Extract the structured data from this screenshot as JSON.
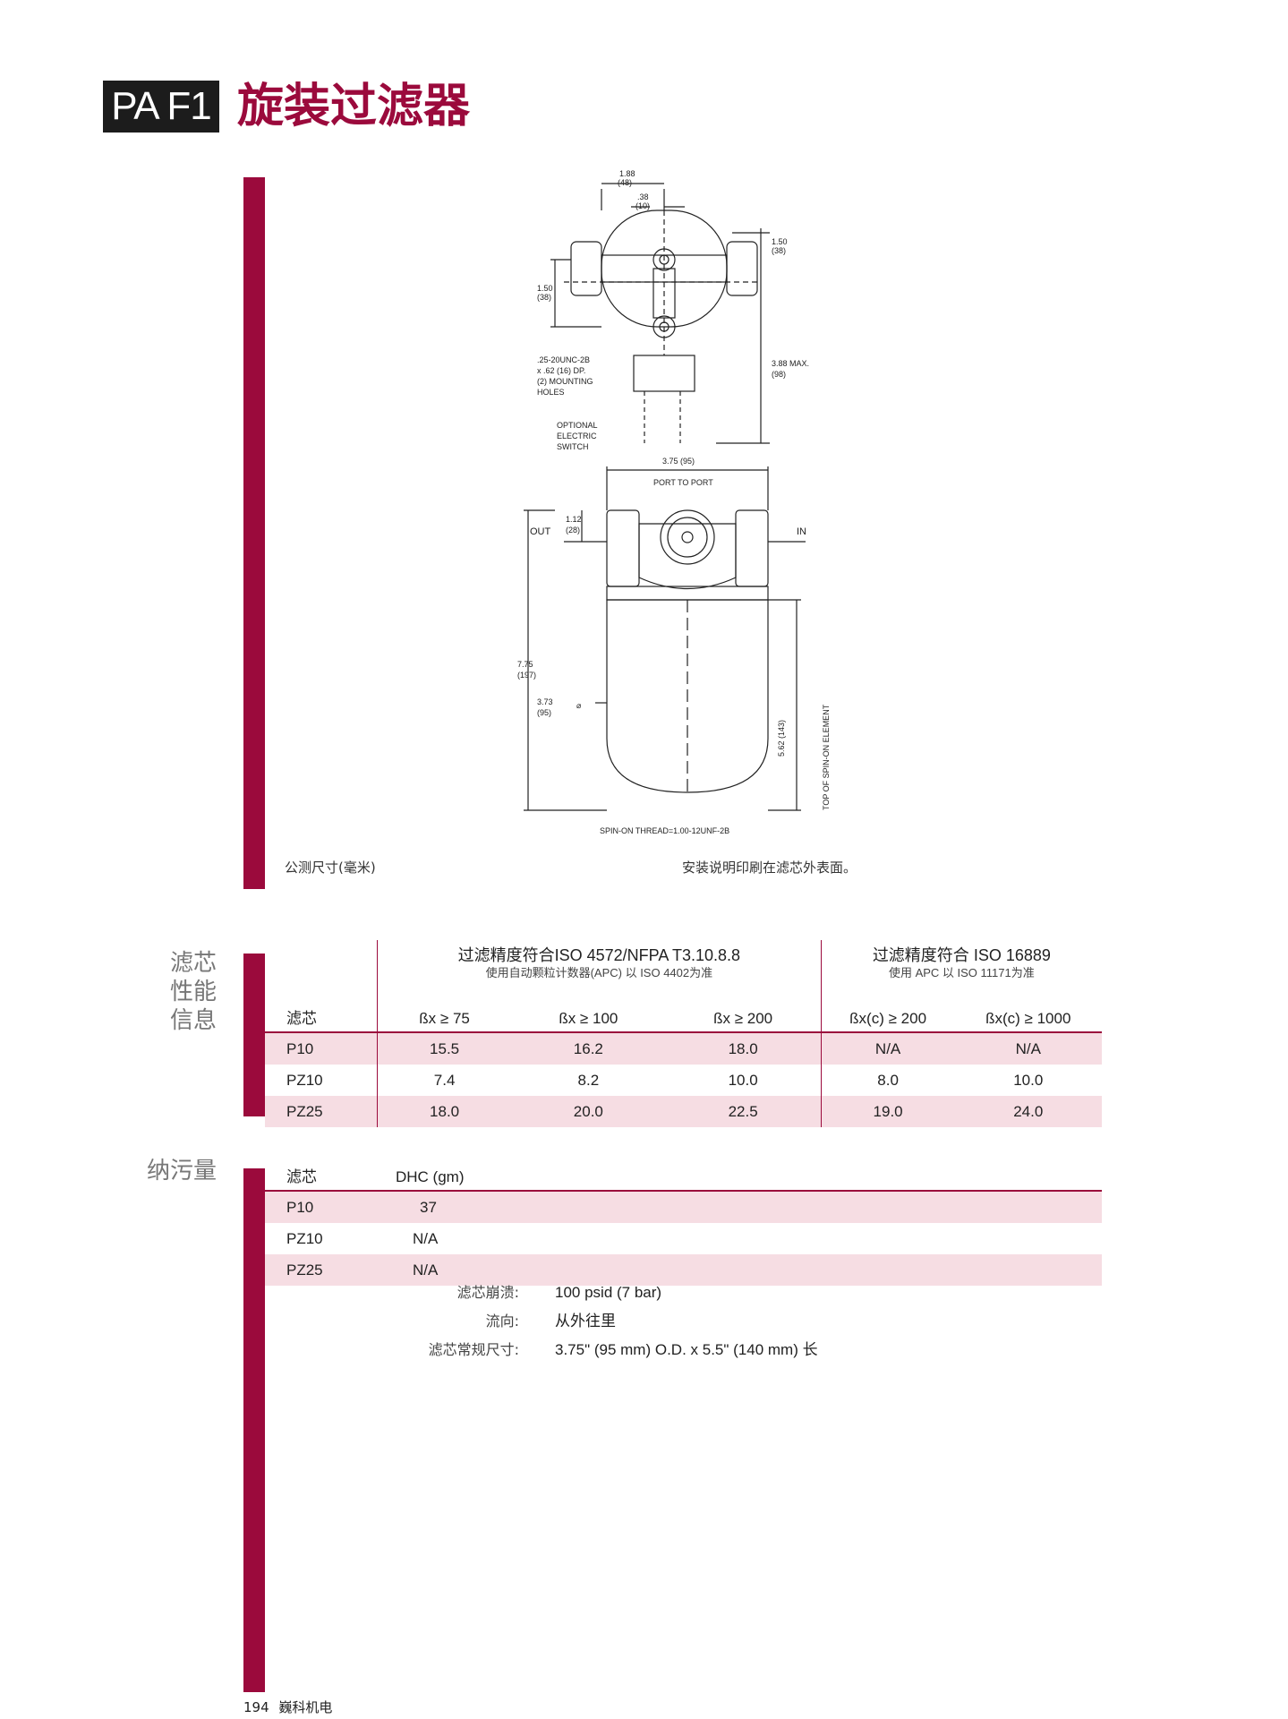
{
  "header": {
    "code": "PA F1",
    "title": "旋装过滤器"
  },
  "drawing": {
    "top_width": "1.88",
    "top_width_mm": "(48)",
    "offset": ".38",
    "offset_mm": "(10)",
    "right_dim": "1.50",
    "right_dim_mm": "(38)",
    "left_dim": "1.50",
    "left_dim_mm": "(38)",
    "holes": [
      ".25-20UNC-2B",
      "x .62 (16) DP.",
      "(2) MOUNTING",
      "HOLES"
    ],
    "max_dim": "3.88 MAX.",
    "max_dim_mm": "(98)",
    "switch": [
      "OPTIONAL",
      "ELECTRIC",
      "SWITCH"
    ],
    "port_dim": "3.75 (95)",
    "port_label": "PORT TO PORT",
    "out_label": "OUT",
    "in_label": "IN",
    "head_dim": "1.12",
    "head_dim_mm": "(28)",
    "height_dim": "7.75",
    "height_dim_mm": "(197)",
    "dia_dim": "3.73",
    "dia_dim_mm": "(95)",
    "dia_symbol": "⌀",
    "element_dim": "5.62 (143)",
    "element_label": "TOP OF SPIN-ON ELEMENT",
    "thread": "SPIN-ON THREAD=1.00-12UNF-2B"
  },
  "captions": {
    "metric": "公测尺寸(毫米)",
    "install": "安装说明印刷在滤芯外表面。"
  },
  "performance": {
    "side_title": [
      "滤芯",
      "性能",
      "信息"
    ],
    "group1_title": "过滤精度符合ISO 4572/NFPA T3.10.8.8",
    "group1_sub": "使用自动颗粒计数器(APC) 以 ISO 4402为准",
    "group2_title": "过滤精度符合 ISO 16889",
    "group2_sub": "使用 APC 以 ISO 11171为准",
    "columns": [
      "滤芯",
      "ßx ≥ 75",
      "ßx ≥ 100",
      "ßx ≥ 200",
      "ßx(c) ≥ 200",
      "ßx(c) ≥ 1000"
    ],
    "rows": [
      [
        "P10",
        "15.5",
        "16.2",
        "18.0",
        "N/A",
        "N/A"
      ],
      [
        "PZ10",
        "7.4",
        "8.2",
        "10.0",
        "8.0",
        "10.0"
      ],
      [
        "PZ25",
        "18.0",
        "20.0",
        "22.5",
        "19.0",
        "24.0"
      ]
    ]
  },
  "dirt": {
    "side_title": "纳污量",
    "columns": [
      "滤芯",
      "DHC (gm)"
    ],
    "rows": [
      [
        "P10",
        "37"
      ],
      [
        "PZ10",
        "N/A"
      ],
      [
        "PZ25",
        "N/A"
      ]
    ]
  },
  "specs": [
    {
      "label": "滤芯崩溃:",
      "value": "100 psid (7 bar)"
    },
    {
      "label": "流向:",
      "value": "从外往里"
    },
    {
      "label": "滤芯常规尺寸:",
      "value": "3.75\" (95 mm) O.D. x 5.5\" (140 mm) 长"
    }
  ],
  "footer": {
    "page": "194",
    "brand": "巍科机电"
  },
  "colors": {
    "accent": "#9b0a3c",
    "shade": "#f6dde3"
  }
}
